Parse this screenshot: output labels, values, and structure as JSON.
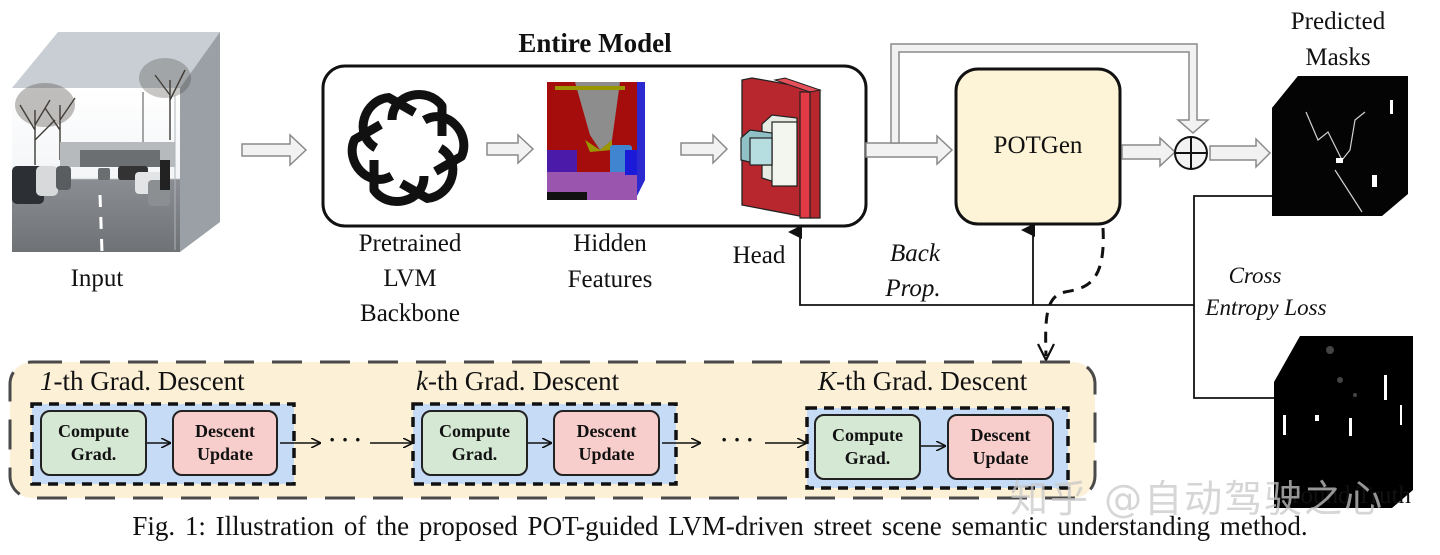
{
  "figure": {
    "caption": "Fig. 1: Illustration of the proposed POT-guided LVM-driven street scene semantic understanding method.",
    "watermark": "知乎 @自动驾驶之心"
  },
  "input": {
    "label": "Input",
    "image": "street-scene-parking-lot-photo"
  },
  "entire_model": {
    "title": "Entire Model",
    "backbone": {
      "icon": "openai-logo-icon",
      "lines": [
        "Pretrained",
        "LVM",
        "Backbone"
      ]
    },
    "hidden_features": {
      "image": "semantic-segmentation-feature-map",
      "lines": [
        "Hidden",
        "Features"
      ]
    },
    "head": {
      "icon": "cnn-head-blocks-icon",
      "label": "Head"
    }
  },
  "potgen": {
    "label": "POTGen",
    "color": "#fdf3d6"
  },
  "combine": {
    "icon": "circled-plus-icon"
  },
  "predicted_masks": {
    "lines": [
      "Predicted",
      "Masks"
    ]
  },
  "ground_truth": {
    "label": "Ground Truth"
  },
  "back_prop": {
    "lines": [
      "Back",
      "Prop."
    ]
  },
  "loss": {
    "lines": [
      "Cross",
      "Entropy Loss"
    ]
  },
  "gradient_descent": {
    "panel_color": "#fcf0d6",
    "stage_color": "#c6dcf6",
    "stages": [
      {
        "index": "1",
        "suffix": "-th Grad. Descent",
        "compute": [
          "Compute",
          "Grad."
        ],
        "update": [
          "Descent",
          "Update"
        ]
      },
      {
        "index": "k",
        "suffix": "-th Grad. Descent",
        "compute": [
          "Compute",
          "Grad."
        ],
        "update": [
          "Descent",
          "Update"
        ]
      },
      {
        "index": "K",
        "suffix": "-th Grad. Descent",
        "compute": [
          "Compute",
          "Grad."
        ],
        "update": [
          "Descent",
          "Update"
        ]
      }
    ],
    "ellipsis": "· · ·"
  },
  "colors": {
    "compute_fill": "#d5e8d4",
    "update_fill": "#f8cecc",
    "arrow_fill": "#f2f2f2",
    "arrow_stroke": "#8a8a8a",
    "head_red": "#d9363e"
  }
}
